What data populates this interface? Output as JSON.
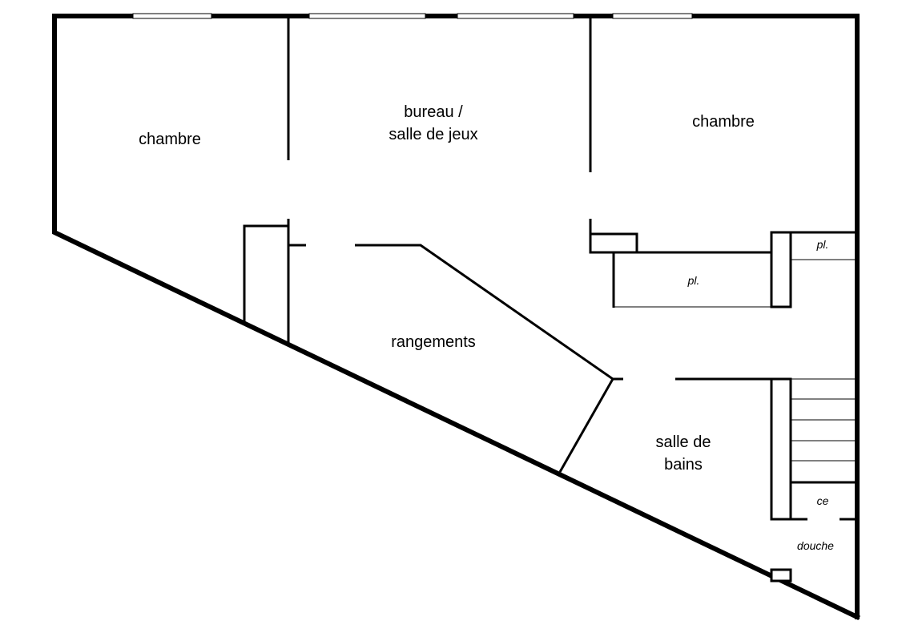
{
  "rooms": {
    "chambre_left": "chambre",
    "bureau_line1": "bureau /",
    "bureau_line2": "salle de jeux",
    "chambre_right": "chambre",
    "rangements": "rangements",
    "salle_bains_line1": "salle de",
    "salle_bains_line2": "bains"
  },
  "fixtures": {
    "placard_center": "pl.",
    "placard_right": "pl.",
    "ce": "ce",
    "douche": "douche"
  }
}
